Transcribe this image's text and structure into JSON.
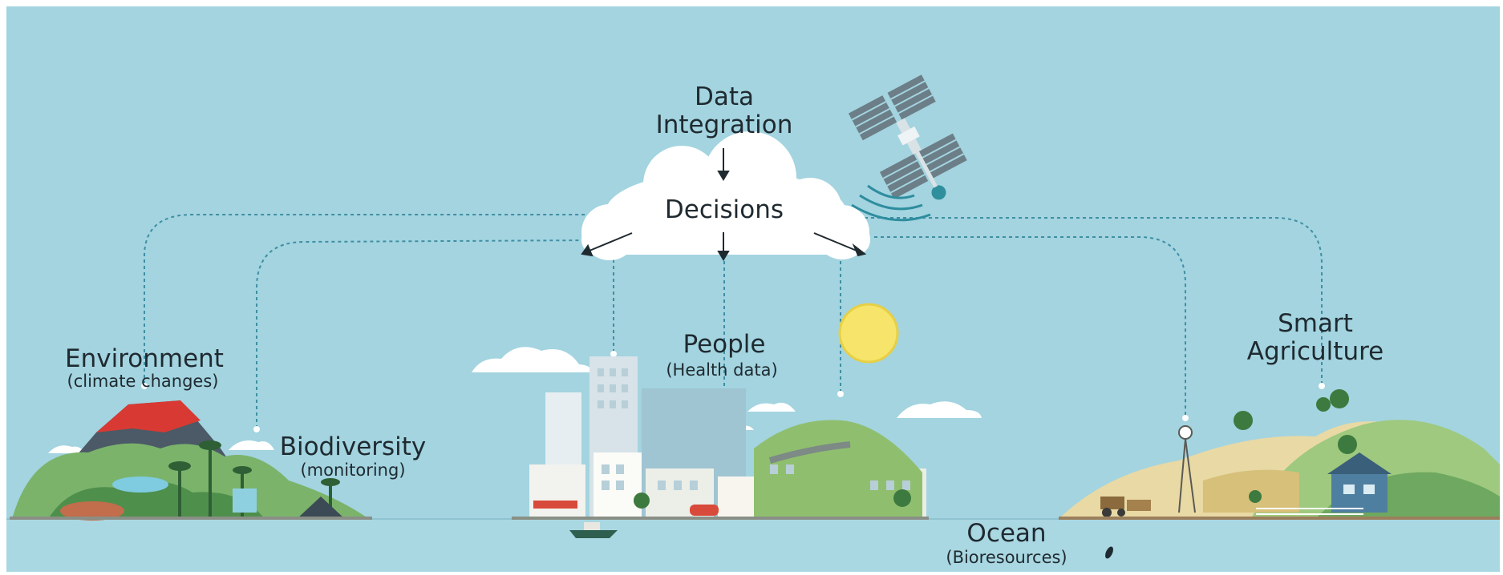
{
  "labels": {
    "data_integration_line1": "Data",
    "data_integration_line2": "Integration",
    "decisions": "Decisions",
    "environment": "Environment",
    "environment_sub": "(climate changes)",
    "biodiversity": "Biodiversity",
    "biodiversity_sub": "(monitoring)",
    "people": "People",
    "people_sub": "(Health data)",
    "smart_line1": "Smart",
    "smart_line2": "Agriculture",
    "ocean": "Ocean",
    "ocean_sub": "(Bioresources)"
  },
  "colors": {
    "sky": "#a3d4e0",
    "sea": "#a9d7e2",
    "cloud": "#ffffff",
    "dotted_line": "#3f8fa3",
    "sun": "#f6e56a",
    "volcano_lava": "#d83a33",
    "hill_green": "#8fbf6e",
    "farm_sand": "#e8d9a5"
  },
  "icons": [
    "satellite-icon",
    "signal-waves-icon",
    "cloud-icon",
    "sun-icon",
    "boat-icon",
    "car-icon",
    "tractor-icon",
    "windmill-icon",
    "penguin-icon"
  ]
}
